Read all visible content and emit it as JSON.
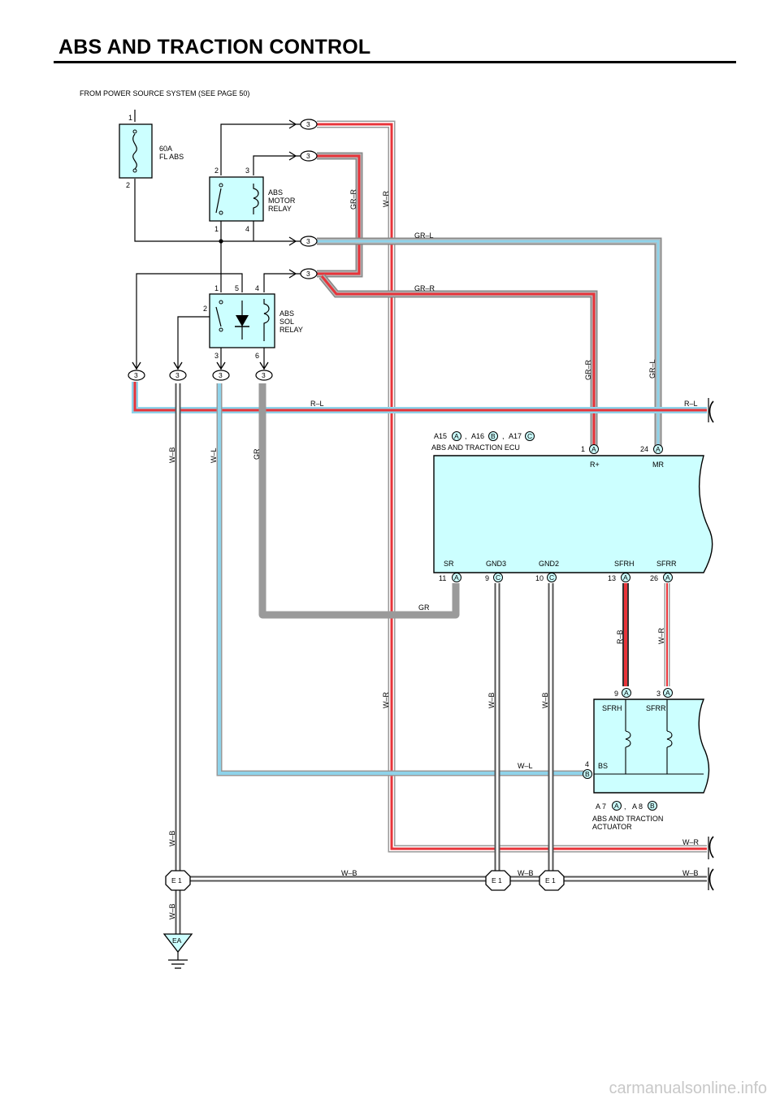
{
  "title": "ABS AND TRACTION CONTROL",
  "power_source_note": "FROM POWER SOURCE SYSTEM (SEE PAGE 50)",
  "fuse": {
    "rating": "60A",
    "name": "FL ABS",
    "pin_top": "1",
    "pin_bottom": "2"
  },
  "motor_relay": {
    "line1": "ABS",
    "line2": "MOTOR",
    "line3": "RELAY",
    "pins": [
      "2",
      "3",
      "1",
      "4"
    ]
  },
  "sol_relay": {
    "line1": "ABS",
    "line2": "SOL",
    "line3": "RELAY",
    "pins": [
      "1",
      "5",
      "4",
      "2",
      "3",
      "6"
    ]
  },
  "connector_number": "3",
  "wires": {
    "w_r": "W–R",
    "gr_r": "GR–R",
    "gr_l": "GR–L",
    "r_l": "R–L",
    "w_b": "W–B",
    "w_l": "W–L",
    "gr": "GR",
    "r_b": "R–B"
  },
  "ecu": {
    "connectors": [
      "A15",
      "A16",
      "A17"
    ],
    "connector_letters": [
      "A",
      "B",
      "C"
    ],
    "separator": ",",
    "name": "ABS AND TRACTION ECU",
    "top_pins": [
      {
        "num": "1",
        "conn": "A",
        "label": "R+"
      },
      {
        "num": "24",
        "conn": "A",
        "label": "MR"
      }
    ],
    "bottom_pins": [
      {
        "num": "11",
        "conn": "A",
        "label": "SR"
      },
      {
        "num": "9",
        "conn": "C",
        "label": "GND3"
      },
      {
        "num": "10",
        "conn": "C",
        "label": "GND2"
      },
      {
        "num": "13",
        "conn": "A",
        "label": "SFRH"
      },
      {
        "num": "26",
        "conn": "A",
        "label": "SFRR"
      }
    ]
  },
  "actuator": {
    "connectors": [
      "A 7",
      "A 8"
    ],
    "connector_letters": [
      "A",
      "B"
    ],
    "separator": ",",
    "line1": "ABS AND TRACTION",
    "line2": "ACTUATOR",
    "pins": [
      {
        "num": "9",
        "conn": "A",
        "label": "SFRH"
      },
      {
        "num": "3",
        "conn": "A",
        "label": "SFRR"
      },
      {
        "num": "4",
        "conn": "B",
        "label": "BS"
      }
    ]
  },
  "grounds": {
    "junction": "E 1",
    "earth": "EA"
  },
  "watermark": "carmanualsonline.info",
  "colors": {
    "red": "#e8343a",
    "cyan_fill": "#ccffff",
    "light_blue": "#8fd3ea",
    "gray": "#9a9a9a"
  }
}
